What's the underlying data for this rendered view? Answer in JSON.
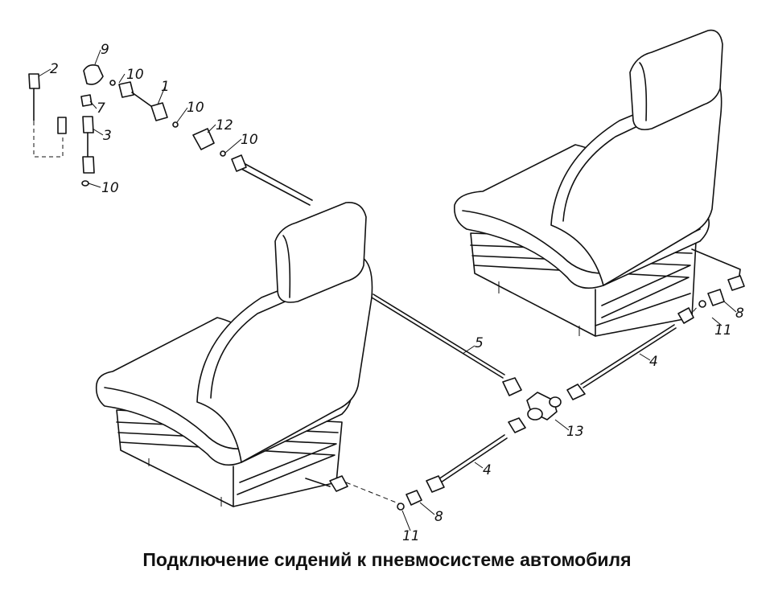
{
  "caption": "Подключение сидений к пневмосистеме автомобиля",
  "callouts": {
    "c1": "1",
    "c2": "2",
    "c3": "3",
    "c4a": "4",
    "c4b": "4",
    "c5": "5",
    "c7": "7",
    "c8a": "8",
    "c8b": "8",
    "c9": "9",
    "c10a": "10",
    "c10b": "10",
    "c10c": "10",
    "c10d": "10",
    "c11a": "11",
    "c11b": "11",
    "c12": "12",
    "c13": "13"
  }
}
